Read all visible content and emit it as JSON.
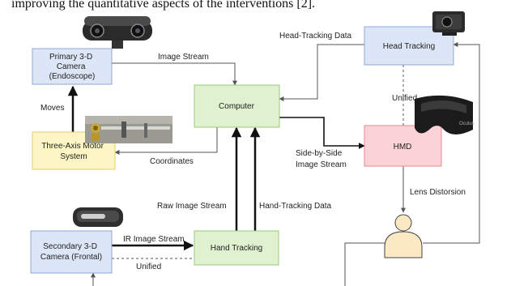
{
  "caption": "improving the quantitative aspects of the interventions [2].",
  "colors": {
    "blue_fill": "#dde6f7",
    "blue_stroke": "#8fa8d6",
    "green_fill": "#dff1cf",
    "green_stroke": "#9cc77d",
    "yellow_fill": "#fdf6c4",
    "yellow_stroke": "#e2cf6a",
    "pink_fill": "#fbd3d6",
    "pink_stroke": "#e48b93",
    "line": "#555555"
  },
  "nodes": {
    "primary_camera": [
      "Primary 3-D",
      "Camera",
      "(Endoscope)"
    ],
    "computer": [
      "Computer"
    ],
    "motor": [
      "Three-Axis Motor",
      "System"
    ],
    "head_tracking": [
      "Head Tracking"
    ],
    "hmd": [
      "HMD"
    ],
    "hand_tracking": [
      "Hand Tracking"
    ],
    "secondary_camera": [
      "Secondary 3-D",
      "Camera (Frontal)"
    ]
  },
  "edges": {
    "image_stream": "Image Stream",
    "moves": "Moves",
    "coordinates": "Coordinates",
    "head_tracking_data": "Head-Tracking Data",
    "unified_top": "Unified",
    "side_by_side": [
      "Side-by-Side",
      "Image Stream"
    ],
    "lens_distorsion": "Lens Distorsion",
    "raw_image_stream": "Raw Image Stream",
    "hand_tracking_data": "Hand-Tracking Data",
    "ir_image_stream": "IR Image Stream",
    "unified_bottom": "Unified"
  },
  "icons": {
    "stereo_camera": "stereo-camera-icon",
    "motor_rig": "motor-rig-photo",
    "webcam": "webcam-icon",
    "vr_headset": "vr-headset-icon",
    "leap_sensor": "leap-motion-sensor-icon",
    "user": "user-icon"
  }
}
